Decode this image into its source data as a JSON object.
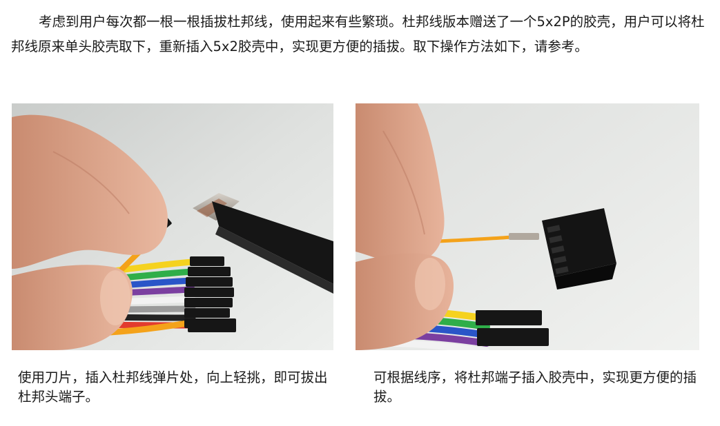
{
  "intro": {
    "text": "考虑到用户每次都一根一根插拔杜邦线，使用起来有些繁琐。杜邦线版本赠送了一个5x2P的胶壳，用户可以将杜邦线原来单头胶壳取下，重新插入5x2胶壳中，实现更方便的插拔。取下操作方法如下，请参考。"
  },
  "steps": [
    {
      "caption": "使用刀片，插入杜邦线弹片处，向上轻挑，即可拔出杜邦头端子。"
    },
    {
      "caption": "可根据线序，将杜邦端子插入胶壳中，实现更方便的插拔。"
    }
  ],
  "colors": {
    "skin": "#e2a98f",
    "skin_dark": "#c98b70",
    "blade": "#b8b2aa",
    "rust": "#9a5a3a",
    "housing": "#161616",
    "wire_orange": "#f4a21a",
    "wire_yellow": "#f5d21f",
    "wire_green": "#2fae49",
    "wire_blue": "#2a55c8",
    "wire_purple": "#7b3fa0",
    "wire_gray": "#9a9a9a",
    "wire_white": "#f2f2f2",
    "wire_black": "#222222",
    "wire_brown": "#7a4a2a",
    "wire_red": "#e23b2e"
  }
}
